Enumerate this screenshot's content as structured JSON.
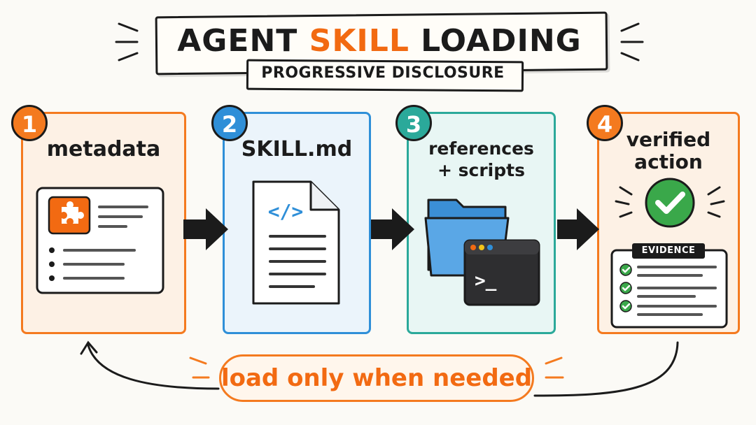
{
  "title": {
    "prefix": "AGENT ",
    "accent": "SKILL",
    "suffix": " LOADING",
    "subtitle": "PROGRESSIVE DISCLOSURE"
  },
  "steps": [
    {
      "number": "1",
      "label": "metadata",
      "color": "#f47a1f"
    },
    {
      "number": "2",
      "label": "SKILL.md",
      "color": "#2f8fd8"
    },
    {
      "number": "3",
      "label_line1": "references",
      "label_line2": "+ scripts",
      "color": "#2ba99a"
    },
    {
      "number": "4",
      "label_line1": "verified",
      "label_line2": "action",
      "color": "#f47a1f"
    }
  ],
  "evidence_label": "EVIDENCE",
  "code_glyph": "</>",
  "terminal_prompt": ">_",
  "footer": "load only when needed",
  "icons": [
    "puzzle-icon",
    "document-code-icon",
    "folder-icon",
    "terminal-icon",
    "checkmark-icon",
    "arrow-right-icon",
    "loop-arrow-icon"
  ]
}
